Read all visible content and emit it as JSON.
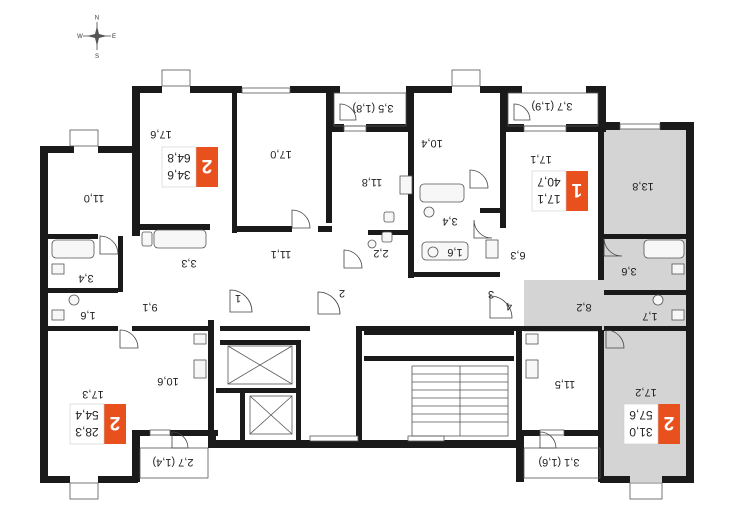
{
  "colors": {
    "accent": "#e8501e",
    "wall": "#1a1a1a",
    "highlight_fill": "#d4d4d4",
    "background": "#ffffff"
  },
  "compass": {
    "north": "N",
    "east": "E",
    "south": "S",
    "west": "W"
  },
  "rooms": [
    {
      "id": "r01",
      "label": "17,6"
    },
    {
      "id": "r02",
      "label": "17,0"
    },
    {
      "id": "r03",
      "label": "3,5 (1,8)"
    },
    {
      "id": "r04",
      "label": "11,8"
    },
    {
      "id": "r05",
      "label": "10,4"
    },
    {
      "id": "r06",
      "label": "3,7 (1,9)"
    },
    {
      "id": "r07",
      "label": "17,1"
    },
    {
      "id": "r08",
      "label": "13,8"
    },
    {
      "id": "r09",
      "label": "11,0"
    },
    {
      "id": "r10",
      "label": "3,3"
    },
    {
      "id": "r11",
      "label": "11,1"
    },
    {
      "id": "r12",
      "label": "2,2"
    },
    {
      "id": "r13",
      "label": "3,4"
    },
    {
      "id": "r14",
      "label": "1,6"
    },
    {
      "id": "r15",
      "label": "6,3"
    },
    {
      "id": "r16",
      "label": "3,6"
    },
    {
      "id": "r17",
      "label": "3,4"
    },
    {
      "id": "r18",
      "label": "1,6"
    },
    {
      "id": "r19",
      "label": "9,1"
    },
    {
      "id": "r20",
      "label": "1"
    },
    {
      "id": "r21",
      "label": "2"
    },
    {
      "id": "r22",
      "label": "3"
    },
    {
      "id": "r23",
      "label": "4"
    },
    {
      "id": "r24",
      "label": "8,2"
    },
    {
      "id": "r25",
      "label": "1,7"
    },
    {
      "id": "r26",
      "label": "17,3"
    },
    {
      "id": "r27",
      "label": "10,6"
    },
    {
      "id": "r28",
      "label": "11,5"
    },
    {
      "id": "r29",
      "label": "17,2"
    },
    {
      "id": "r30",
      "label": "2,7 (1,4)"
    },
    {
      "id": "r31",
      "label": "3,1 (1,6)"
    }
  ],
  "apartments": [
    {
      "id": "a1",
      "rooms": "2",
      "living": "34,6",
      "total": "64,8"
    },
    {
      "id": "a2",
      "rooms": "1",
      "living": "17,1",
      "total": "40,7"
    },
    {
      "id": "a3",
      "rooms": "2",
      "living": "28,3",
      "total": "54,4"
    },
    {
      "id": "a4",
      "rooms": "2",
      "living": "31,0",
      "total": "57,6"
    }
  ]
}
